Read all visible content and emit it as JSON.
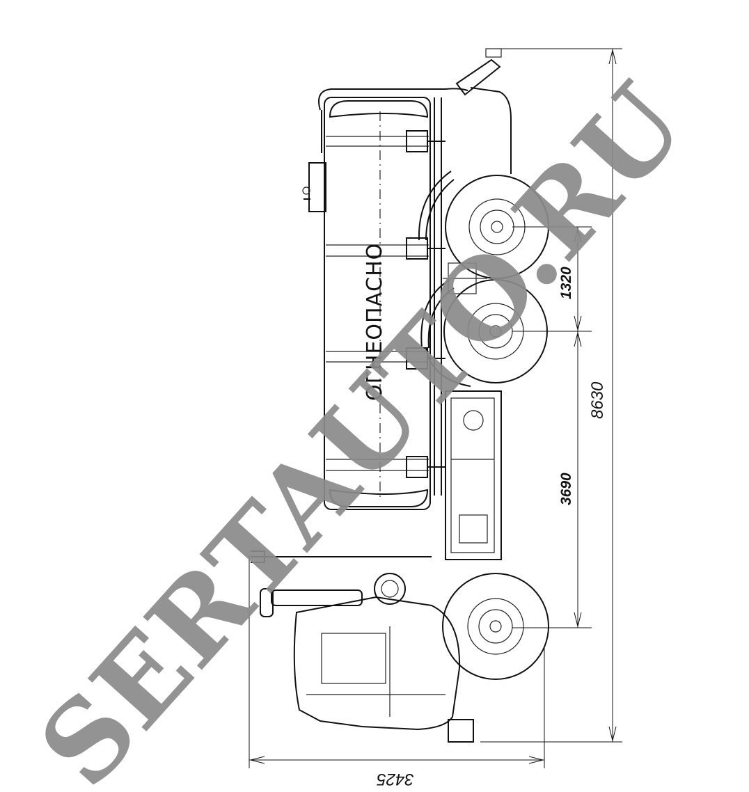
{
  "tank_inscription": "ОГНЕОПАСНО",
  "dimensions": {
    "overall_length": "8630",
    "axle_spacing": "1320",
    "wheelbase": "3690",
    "overall_width": "3425"
  },
  "watermark": "SERTAUTO.RU"
}
